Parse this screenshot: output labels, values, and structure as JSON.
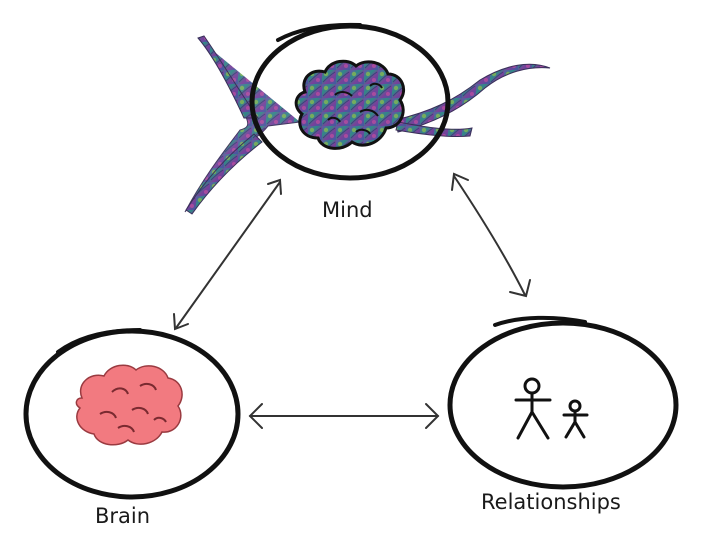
{
  "nodes": {
    "mind": {
      "label": "Mind"
    },
    "brain": {
      "label": "Brain"
    },
    "relationships": {
      "label": "Relationships"
    }
  },
  "edges": [
    {
      "from": "mind",
      "to": "brain",
      "bidirectional": true
    },
    {
      "from": "mind",
      "to": "relationships",
      "bidirectional": true
    },
    {
      "from": "brain",
      "to": "relationships",
      "bidirectional": true
    }
  ],
  "colors": {
    "outline": "#111111",
    "brain_fill": "#f27a80",
    "mind_fill_primary": "#5a3f8c",
    "mind_fill_secondary": "#2f7f7a",
    "mind_fill_accent": "#8cc04a"
  }
}
